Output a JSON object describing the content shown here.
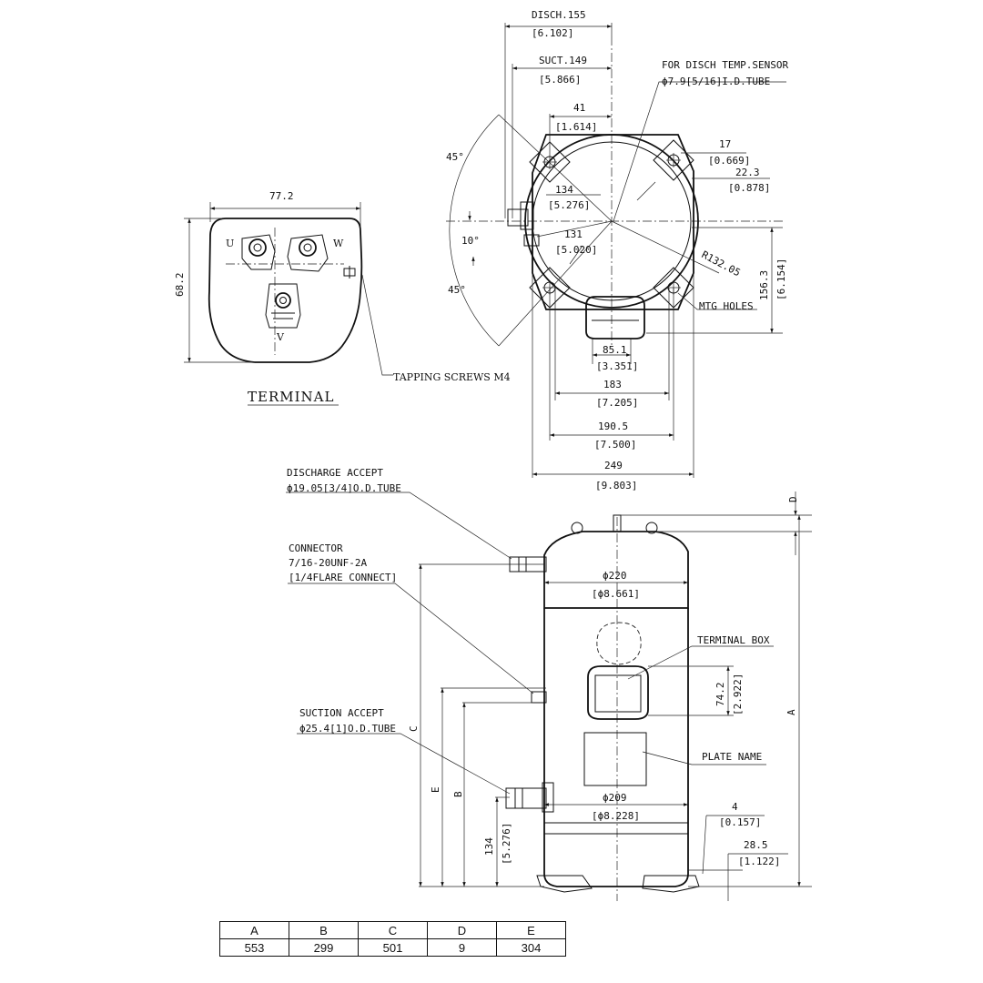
{
  "terminal": {
    "title": "TERMINAL",
    "width": "77.2",
    "height": "68.2",
    "pin_u": "U",
    "pin_w": "W",
    "pin_v": "V",
    "screws": "TAPPING SCREWS M4"
  },
  "top_view": {
    "disch": "DISCH.155",
    "disch_in": "[6.102]",
    "suct": "SUCT.149",
    "suct_in": "[5.866]",
    "sensor_1": "FOR DISCH TEMP.SENSOR",
    "sensor_2": "ϕ7.9[5/16]I.D.TUBE",
    "d41": "41",
    "d41_in": "[1.614]",
    "d17": "17",
    "d17_in": "[0.669]",
    "d22": "22.3",
    "d22_in": "[0.878]",
    "d134": "134",
    "d134_in": "[5.276]",
    "d131": "131",
    "d131_in": "[5.020]",
    "radius": "R132.05",
    "d156": "156.3",
    "d156_in": "[6.154]",
    "mtg": "MTG HOLES",
    "angle_45a": "45°",
    "angle_10": "10°",
    "angle_45b": "45°",
    "d85": "85.1",
    "d85_in": "[3.351]",
    "d183": "183",
    "d183_in": "[7.205]",
    "d190": "190.5",
    "d190_in": "[7.500]",
    "d249": "249",
    "d249_in": "[9.803]"
  },
  "side_view": {
    "discharge_1": "DISCHARGE ACCEPT",
    "discharge_2": "ϕ19.05[3/4]O.D.TUBE",
    "connector_1": "CONNECTOR",
    "connector_2": "7/16-20UNF-2A",
    "connector_3": "[1/4FLARE CONNECT]",
    "suction_1": "SUCTION ACCEPT",
    "suction_2": "ϕ25.4[1]O.D.TUBE",
    "d220": "ϕ220",
    "d220_in": "[ϕ8.661]",
    "terminal_box": "TERMINAL BOX",
    "d74": "74.2",
    "d74_in": "[2.922]",
    "plate_name": "PLATE NAME",
    "d209": "ϕ209",
    "d209_in": "[ϕ8.228]",
    "d4": "4",
    "d4_in": "[0.157]",
    "d28": "28.5",
    "d28_in": "[1.122]",
    "d134": "134",
    "d134_in": "[5.276]",
    "lbl_a": "A",
    "lbl_b": "B",
    "lbl_c": "C",
    "lbl_d": "D",
    "lbl_e": "E"
  },
  "table": {
    "headers": [
      "A",
      "B",
      "C",
      "D",
      "E"
    ],
    "values": [
      "553",
      "299",
      "501",
      "9",
      "304"
    ]
  }
}
